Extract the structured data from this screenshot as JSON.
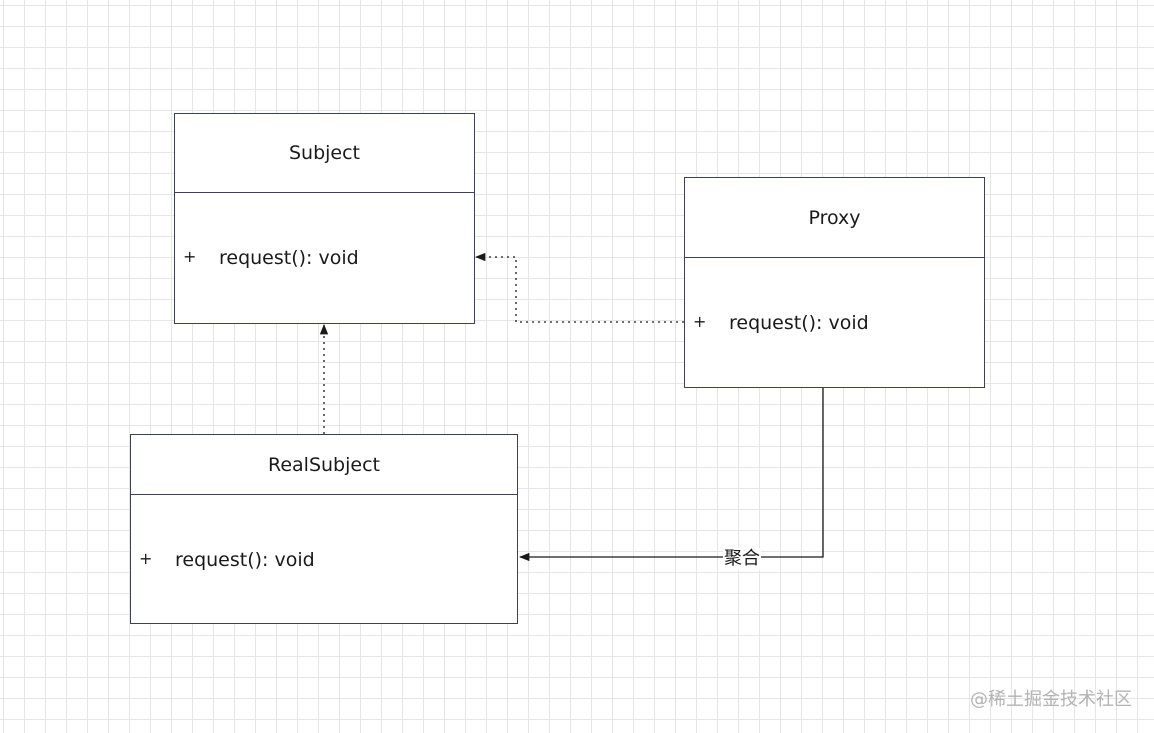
{
  "classes": {
    "subject": {
      "name": "Subject",
      "members": [
        {
          "visibility": "+",
          "signature": "request(): void"
        }
      ]
    },
    "proxy": {
      "name": "Proxy",
      "members": [
        {
          "visibility": "+",
          "signature": "request(): void"
        }
      ]
    },
    "real_subject": {
      "name": "RealSubject",
      "members": [
        {
          "visibility": "+",
          "signature": "request(): void"
        }
      ]
    }
  },
  "relations": {
    "proxy_to_subject": {
      "kind": "dependency"
    },
    "real_subject_to_subject": {
      "kind": "dependency"
    },
    "proxy_to_real_subject": {
      "kind": "association",
      "label": "聚合"
    }
  },
  "watermark": "@稀土掘金技术社区",
  "colors": {
    "border": "#3d4056",
    "line": "#1a1a1a",
    "grid": "#e6e6e6"
  }
}
